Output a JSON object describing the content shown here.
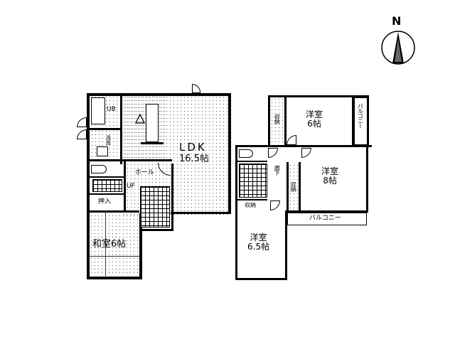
{
  "compass": {
    "label": "N",
    "icon": "north-arrow-icon"
  },
  "floor1": {
    "rooms": [
      {
        "id": "ldk",
        "name": "LDK",
        "size": "16.5帖"
      },
      {
        "id": "washitsu",
        "name": "和室6帖"
      },
      {
        "id": "hall",
        "name": "ホール"
      },
      {
        "id": "oshiire",
        "name": "押入"
      },
      {
        "id": "ub",
        "name": "UB"
      },
      {
        "id": "uf",
        "name": "UF"
      },
      {
        "id": "washroom",
        "name": "洗面"
      }
    ]
  },
  "floor2": {
    "rooms": [
      {
        "id": "yoshitsu6",
        "name": "洋室",
        "size": "6帖"
      },
      {
        "id": "yoshitsu8",
        "name": "洋室",
        "size": "8帖"
      },
      {
        "id": "yoshitsu65",
        "name": "洋室",
        "size": "6.5帖"
      },
      {
        "id": "balcony1",
        "name": "バルコニー"
      },
      {
        "id": "balcony2",
        "name": "バルコニー"
      },
      {
        "id": "closet1",
        "name": "収納"
      },
      {
        "id": "closet2",
        "name": "収納"
      },
      {
        "id": "closet3",
        "name": "収納"
      },
      {
        "id": "corridor",
        "name": "廊下"
      }
    ]
  }
}
